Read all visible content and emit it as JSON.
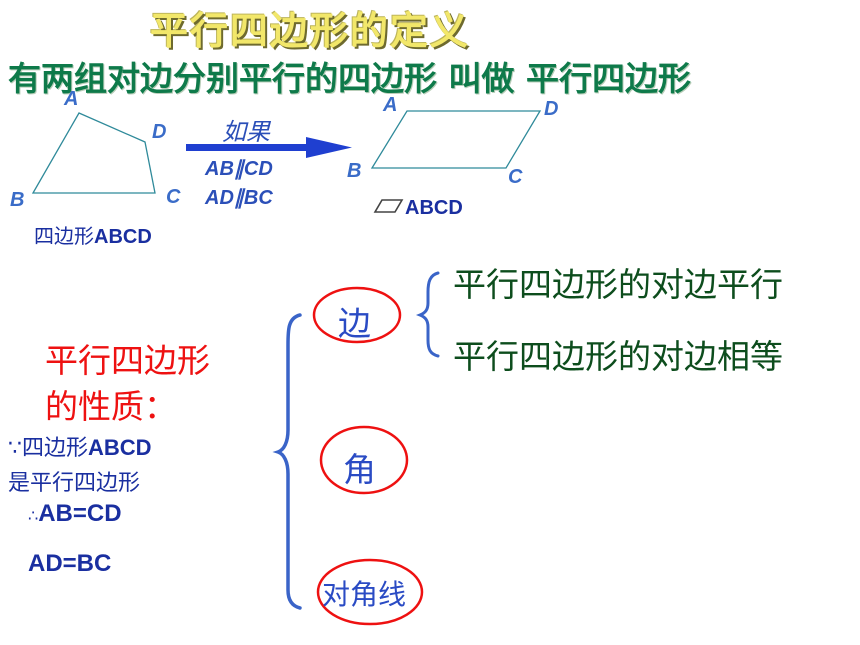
{
  "slide": {
    "title": "平行四边形的定义",
    "definition": "有两组对边分别平行的四边形 叫做 平行四边形"
  },
  "quadrilateral": {
    "vertices": {
      "A": "A",
      "B": "B",
      "C": "C",
      "D": "D"
    },
    "caption_prefix": "四边形",
    "caption_name": "ABCD"
  },
  "arrow": {
    "label": "如果",
    "condition1": "AB∥CD",
    "condition2": "AD∥BC"
  },
  "parallelogram": {
    "vertices": {
      "A": "A",
      "B": "B",
      "C": "C",
      "D": "D"
    },
    "symbol_label": "ABCD"
  },
  "properties": {
    "heading_line1": "平行四边形",
    "heading_line2": "的性质：",
    "categories": {
      "side": "边",
      "angle": "角",
      "diagonal": "对角线"
    },
    "side_props": [
      "平行四边形的对边平行",
      "平行四边形的对边相等"
    ]
  },
  "proof": {
    "because_symbol": "∵",
    "line1_text": "四边形",
    "line1_name": "ABCD",
    "line2": "是平行四边形",
    "therefore_symbol": "∴",
    "line3": "AB=CD",
    "line4": "AD=BC"
  },
  "colors": {
    "title": "#f2e76a",
    "definition": "#0e7a4a",
    "arrow": "#1f3fd0",
    "circle": "#ee1111",
    "brace": "#3a64c8",
    "heading": "#ee1111"
  }
}
